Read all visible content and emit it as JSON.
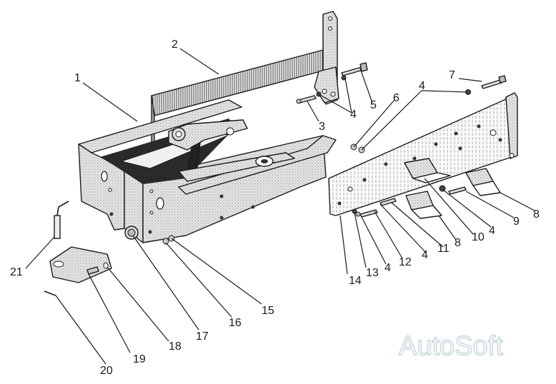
{
  "figure": {
    "title": "Tractor front frame exploded view",
    "watermark": "AutoSoft",
    "colors": {
      "ink": "#1a1a1a",
      "shade": "#c8c8c8",
      "watermark": "#c4d6dc"
    }
  },
  "callouts": [
    {
      "id": "c1",
      "text": "1"
    },
    {
      "id": "c2",
      "text": "2"
    },
    {
      "id": "c3",
      "text": "3"
    },
    {
      "id": "c4a",
      "text": "4"
    },
    {
      "id": "c5",
      "text": "5"
    },
    {
      "id": "c6",
      "text": "6"
    },
    {
      "id": "c4b",
      "text": "4"
    },
    {
      "id": "c7",
      "text": "7"
    },
    {
      "id": "c8a",
      "text": "8"
    },
    {
      "id": "c9",
      "text": "9"
    },
    {
      "id": "c4c",
      "text": "4"
    },
    {
      "id": "c10",
      "text": "10"
    },
    {
      "id": "c8b",
      "text": "8"
    },
    {
      "id": "c11",
      "text": "11"
    },
    {
      "id": "c4d",
      "text": "4"
    },
    {
      "id": "c12",
      "text": "12"
    },
    {
      "id": "c4e",
      "text": "4"
    },
    {
      "id": "c13",
      "text": "13"
    },
    {
      "id": "c14",
      "text": "14"
    },
    {
      "id": "c15",
      "text": "15"
    },
    {
      "id": "c16",
      "text": "16"
    },
    {
      "id": "c17",
      "text": "17"
    },
    {
      "id": "c18",
      "text": "18"
    },
    {
      "id": "c19",
      "text": "19"
    },
    {
      "id": "c20",
      "text": "20"
    },
    {
      "id": "c21",
      "text": "21"
    }
  ]
}
